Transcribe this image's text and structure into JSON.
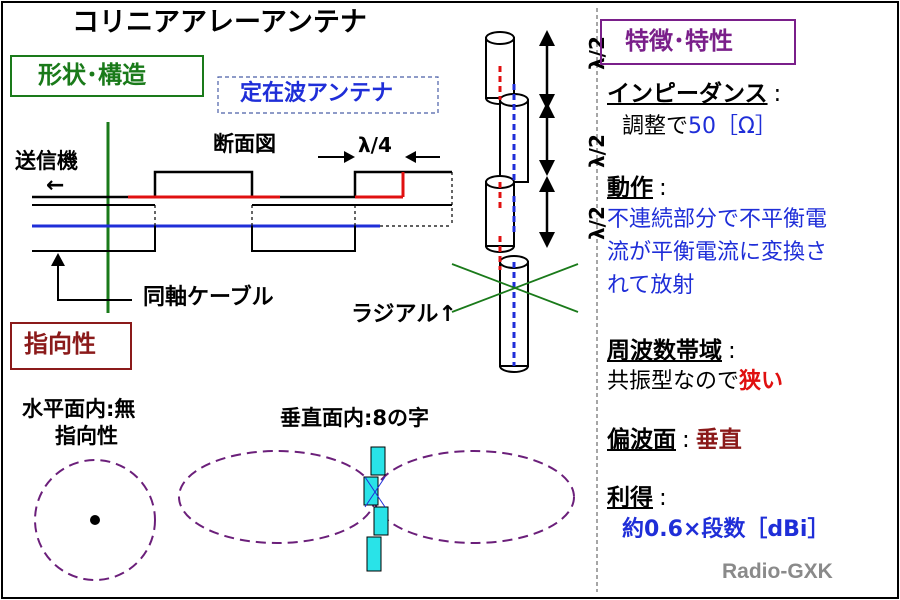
{
  "title": "コリニアアレーアンテナ",
  "sections": {
    "shape": "形状･構造",
    "features": "特徴･特性",
    "directivity": "指向性"
  },
  "diagram": {
    "standing_wave_tag": "定在波アンテナ",
    "transmitter": "送信機",
    "arrow_left": "←",
    "cross_section": "断面図",
    "quarter_lambda": "λ/4",
    "coax_cable": "同軸ケーブル",
    "half_lambda_labels": [
      "λ/2",
      "λ/2",
      "λ/2"
    ],
    "radial": "ラジアル↑"
  },
  "properties": {
    "impedance_label": "インピーダンス",
    "impedance_value_prefix": "調整で",
    "impedance_value": "50［Ω］",
    "operation_label": "動作",
    "operation_lines": [
      "不連続部分で不平衡電",
      "流が平衡電流に変換さ",
      "れて放射"
    ],
    "bandwidth_label": "周波数帯域",
    "bandwidth_prefix": "共振型なので",
    "bandwidth_value": "狭い",
    "polarization_label": "偏波面",
    "polarization_value": "垂直",
    "gain_label": "利得",
    "gain_value": "約0.6×段数［dBi］",
    "colon": ":"
  },
  "patterns": {
    "horizontal_label_line1": "水平面内:無",
    "horizontal_label_line2": "指向性",
    "vertical_label": "垂直面内:8の字"
  },
  "credit": "Radio-GXK",
  "colors": {
    "green": "#1a7a1a",
    "maroon": "#8b1a1a",
    "purple": "#7a1f8a",
    "blue": "#1f2ed8",
    "red": "#e01010",
    "dashed_purple": "#6b1f7a",
    "cyan": "#29e3e8",
    "gray": "#8a8a8a"
  }
}
